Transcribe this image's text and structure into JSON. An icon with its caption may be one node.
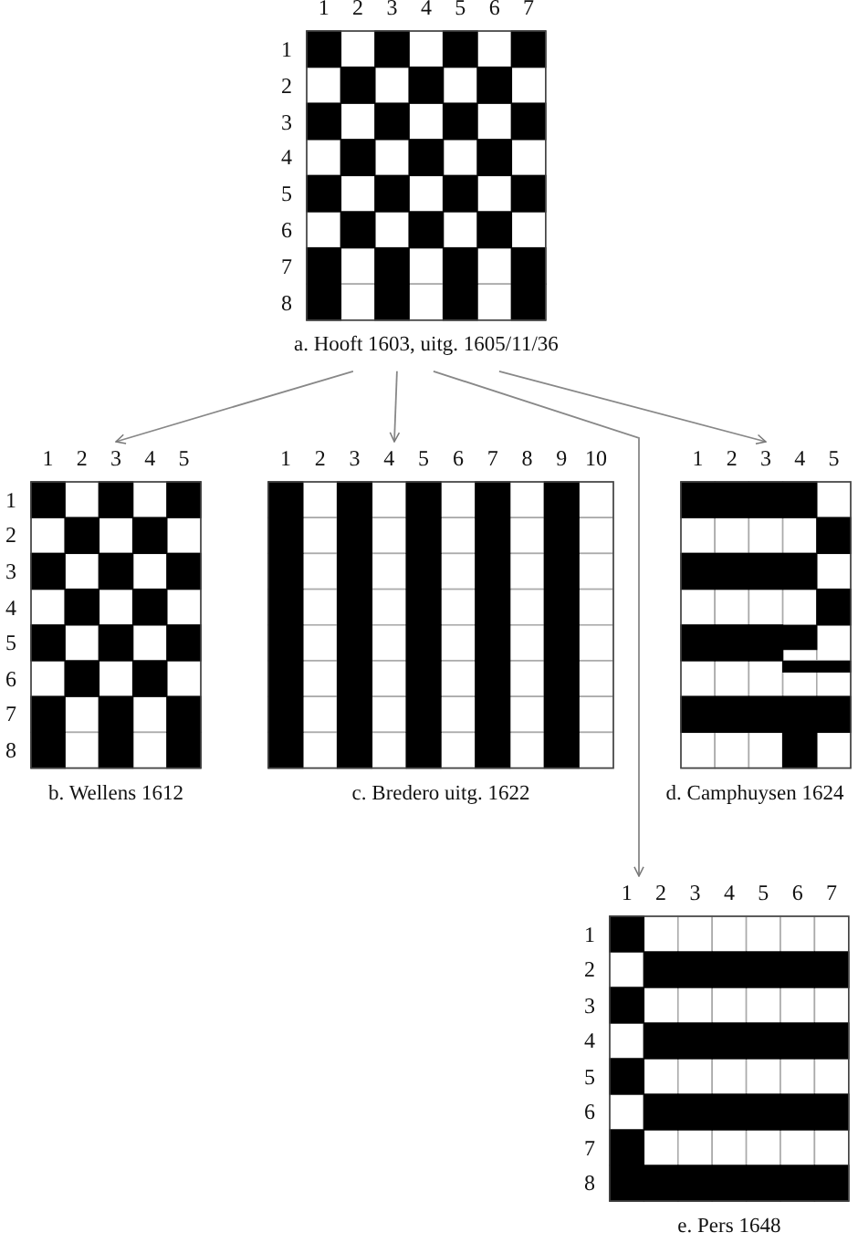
{
  "diagram": {
    "nodes": [
      {
        "text": [
          "a. Hooft 1603, uitg. 1605/11/36"
        ]
      },
      {
        "text": [
          "b. Wellens 1612"
        ]
      },
      {
        "text": [
          "c. Bredero uitg. 1622"
        ]
      },
      {
        "text": [
          "d. Camphuysen 1624"
        ]
      },
      {
        "text": [
          "e. Pers 1648"
        ]
      }
    ],
    "edges": [
      {
        "from": 0,
        "to": 1,
        "arrow": "to"
      },
      {
        "from": 0,
        "to": 2,
        "arrow": "to"
      },
      {
        "from": 0,
        "to": 3,
        "arrow": "to"
      },
      {
        "from": 0,
        "to": 4,
        "arrow": "to"
      }
    ],
    "labels": [
      "1",
      "2",
      "3",
      "4",
      "5",
      "6",
      "7",
      "1",
      "2",
      "3",
      "4",
      "5",
      "6",
      "7",
      "8",
      "1",
      "2",
      "3",
      "4",
      "5",
      "1",
      "2",
      "3",
      "4",
      "5",
      "6",
      "7",
      "8",
      "1",
      "2",
      "3",
      "4",
      "5",
      "6",
      "7",
      "8",
      "9",
      "10",
      "1",
      "2",
      "3",
      "4",
      "5",
      "1",
      "2",
      "3",
      "4",
      "5",
      "6",
      "7",
      "1",
      "2",
      "3",
      "4",
      "5",
      "6",
      "7",
      "8"
    ]
  }
}
